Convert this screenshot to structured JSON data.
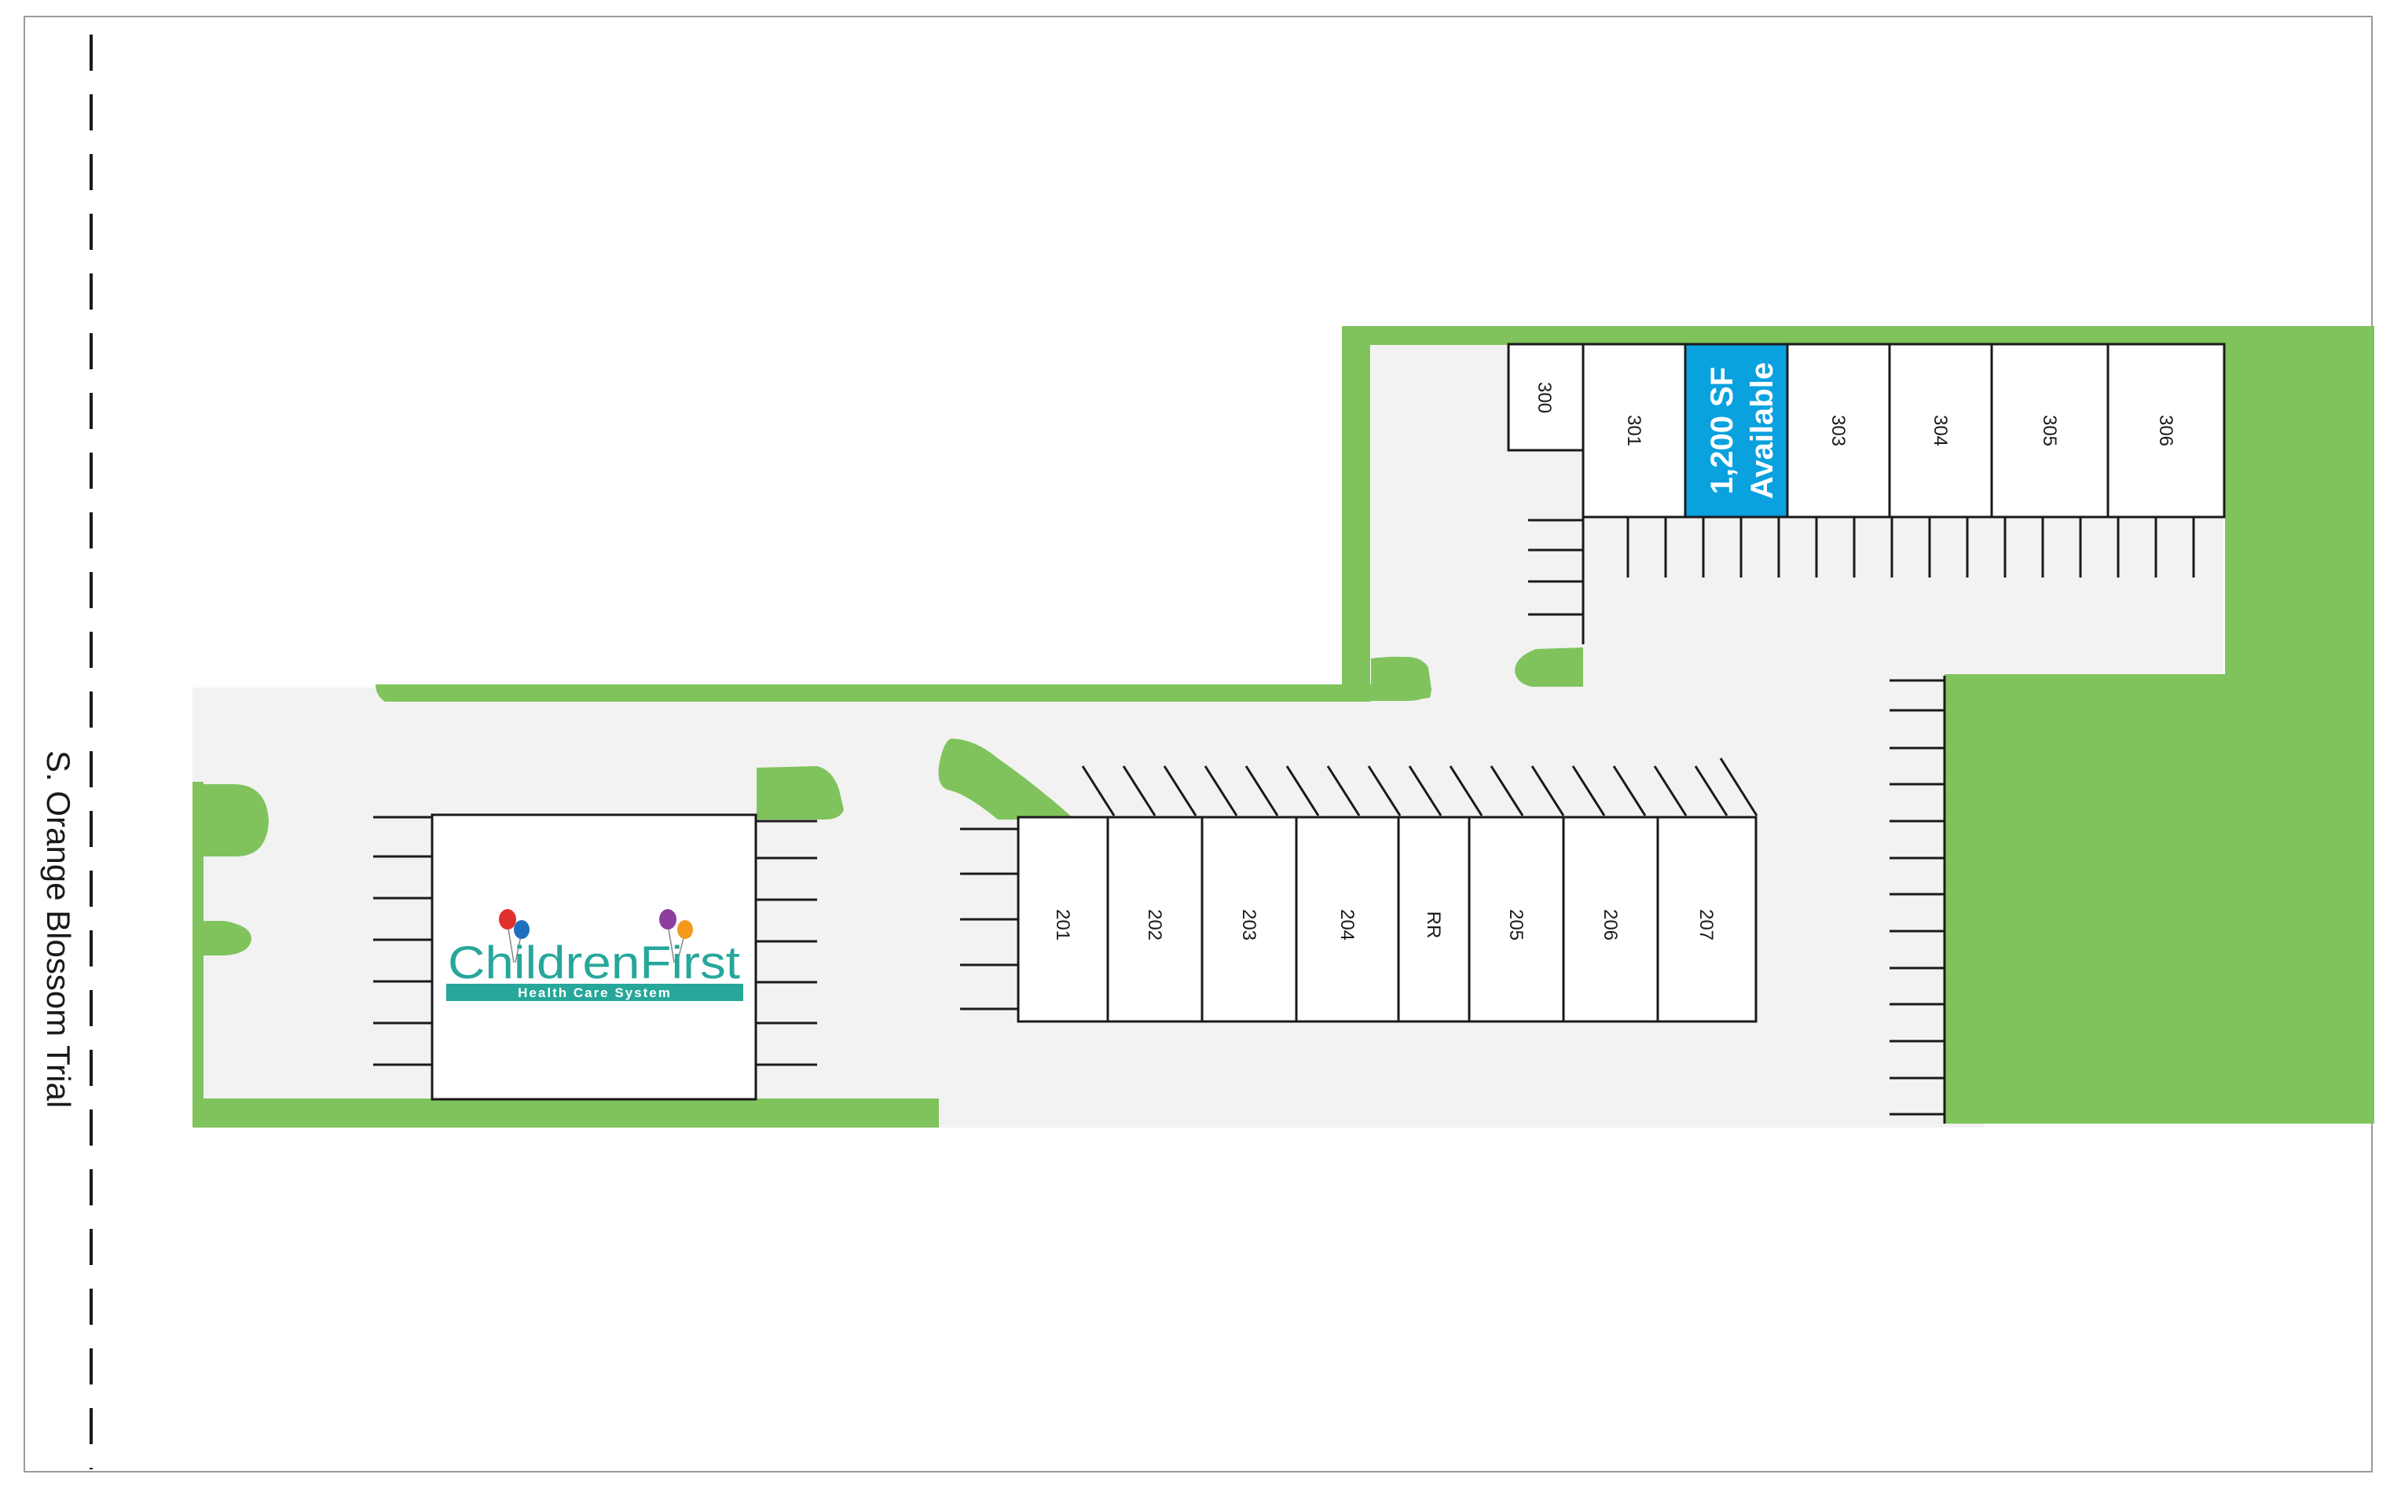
{
  "road": {
    "name": "S. Orange Blossom Trial"
  },
  "building_300": {
    "units": [
      {
        "id": "300",
        "label": "300"
      },
      {
        "id": "301",
        "label": "301"
      },
      {
        "id": "302",
        "label": "1,200 SF\nAvailable",
        "line1": "1,200 SF",
        "line2": "Available",
        "available": true
      },
      {
        "id": "303",
        "label": "303"
      },
      {
        "id": "304",
        "label": "304"
      },
      {
        "id": "305",
        "label": "305"
      },
      {
        "id": "306",
        "label": "306"
      }
    ]
  },
  "building_200": {
    "units": [
      {
        "id": "201",
        "label": "201"
      },
      {
        "id": "202",
        "label": "202"
      },
      {
        "id": "203",
        "label": "203"
      },
      {
        "id": "204",
        "label": "204"
      },
      {
        "id": "RR",
        "label": "RR"
      },
      {
        "id": "205",
        "label": "205"
      },
      {
        "id": "206",
        "label": "206"
      },
      {
        "id": "207",
        "label": "207"
      }
    ]
  },
  "tenant_logo": {
    "name": "ChildrenFirst",
    "tagline": "Health Care System"
  },
  "colors": {
    "green": "#80c35d",
    "pavement": "#f2f2f2",
    "available": "#0aa1df",
    "line": "#1a1a1a",
    "logo_teal": "#26a79a"
  }
}
